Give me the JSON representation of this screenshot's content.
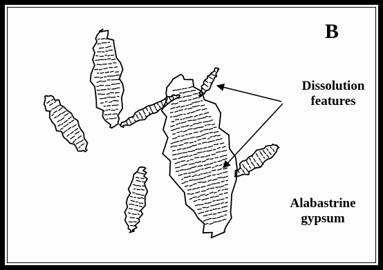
{
  "panel_label": "B",
  "annotations": {
    "dissolution": {
      "line1": "Dissolution",
      "line2": "features"
    },
    "alabastrine": {
      "line1": "Alabastrine",
      "line2": "gypsum"
    }
  },
  "colors": {
    "ink": "#000000",
    "background": "#fdfdfd"
  }
}
